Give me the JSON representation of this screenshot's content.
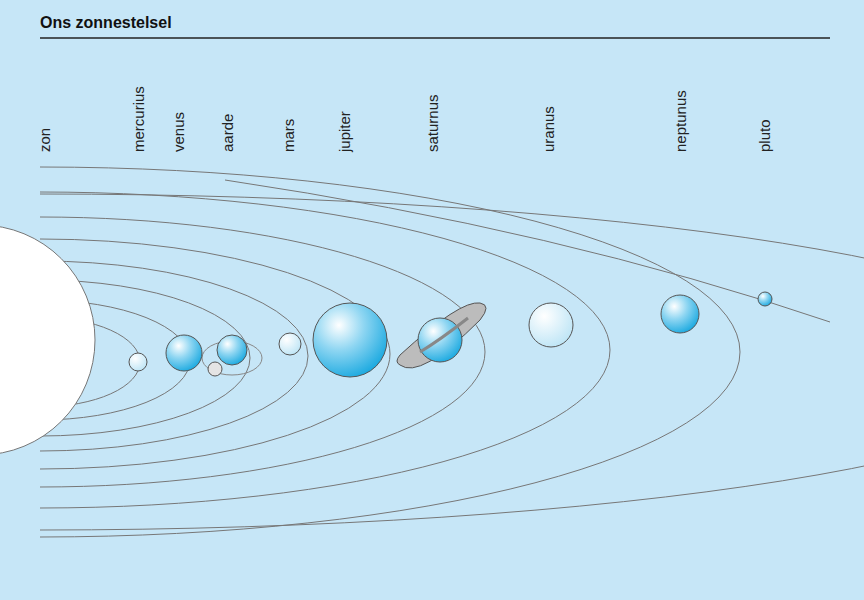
{
  "diagram": {
    "title": "Ons zonnestelsel",
    "labels": [
      "zon",
      "mercurius",
      "venus",
      "aarde",
      "mars",
      "jupiter",
      "saturnus",
      "uranus",
      "neptunus",
      "pluto"
    ]
  }
}
